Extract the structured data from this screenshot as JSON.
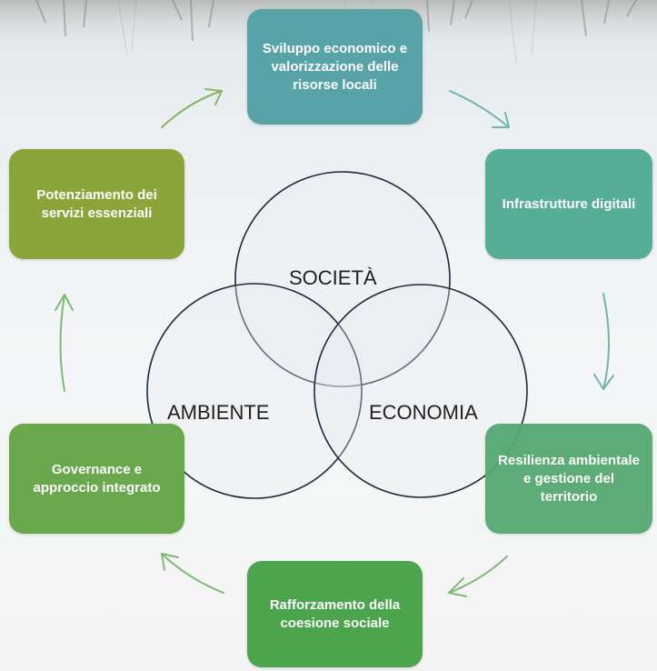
{
  "diagram": {
    "venn": {
      "society_label": "SOCIETÀ",
      "environment_label": "AMBIENTE",
      "economy_label": "ECONOMIA"
    },
    "boxes": {
      "top": "Sviluppo economico e valorizzazione delle risorse locali",
      "right_upper": "Infrastrutture digitali",
      "right_lower": "Resilienza ambientale e gestione del territorio",
      "bottom": "Rafforzamento della coesione sociale",
      "left_lower": "Governance e approccio integrato",
      "left_upper": "Potenziamento dei servizi essenziali"
    },
    "colors": {
      "top": "#58a3a8",
      "right_upper": "#56ae96",
      "right_lower": "#55a971",
      "bottom": "#4ca54d",
      "left_lower": "#69a84d",
      "left_upper": "#8aa63a",
      "arrow_teal": "#6fb5b0",
      "arrow_green": "#7cbb73",
      "circle_stroke": "#1c2a3e",
      "circle_fill": "rgba(232,236,242,0.35)"
    }
  }
}
